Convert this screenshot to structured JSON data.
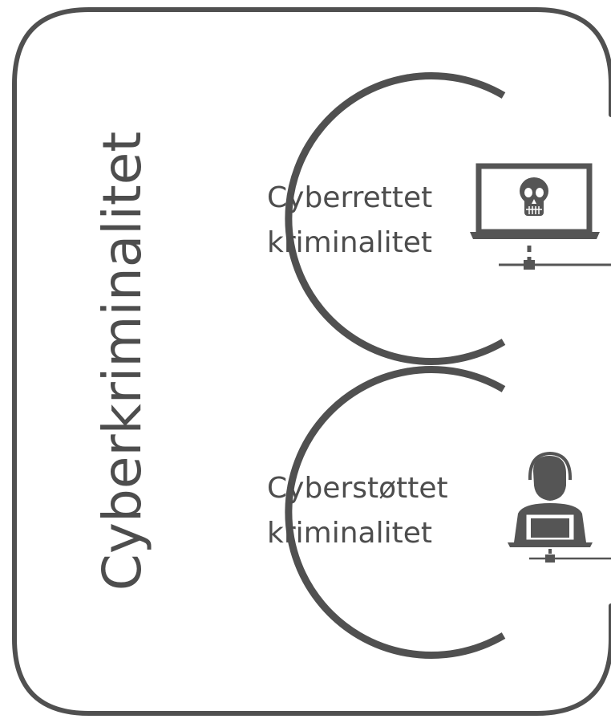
{
  "title": "Cyberkriminalitet",
  "sections": [
    {
      "line1": "Cyberrettet",
      "line2": "kriminalitet",
      "icon": "computer-skull-icon"
    },
    {
      "line1": "Cyberstøttet",
      "line2": "kriminalitet",
      "icon": "hacker-laptop-icon"
    }
  ],
  "colors": {
    "stroke": "#505050",
    "text": "#4d4d4d",
    "icon": "#555555",
    "background": "#ffffff"
  }
}
